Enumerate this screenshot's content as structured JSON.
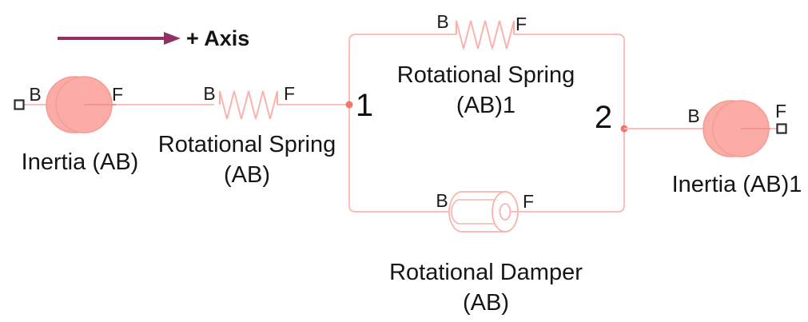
{
  "colors": {
    "connection_line": "#f9beb9",
    "icon_stroke": "#fab2ac",
    "node_dot": "#f4776c",
    "inertia_fill": "#fbaca6",
    "inertia_stroke": "#f59c94",
    "shaft_line": "#f3948d",
    "port_square_stroke": "#2b2b2b",
    "axis_arrow": "#933167",
    "text": "#161616"
  },
  "axis_annotation": {
    "label": "+ Axis"
  },
  "nodes": {
    "node1": {
      "label": "1"
    },
    "node2": {
      "label": "2"
    }
  },
  "blocks": {
    "inertia_ab": {
      "label": "Inertia (AB)",
      "port_b": "B",
      "port_f": "F"
    },
    "rotational_spring_ab": {
      "label_line1": "Rotational Spring",
      "label_line2": "(AB)",
      "port_b": "B",
      "port_f": "F"
    },
    "rotational_spring_ab1": {
      "label_line1": "Rotational Spring",
      "label_line2": "(AB)1",
      "port_b": "B",
      "port_f": "F"
    },
    "rotational_damper_ab": {
      "label_line1": "Rotational Damper",
      "label_line2": "(AB)",
      "port_b": "B",
      "port_f": "F"
    },
    "inertia_ab1": {
      "label": "Inertia (AB)1",
      "port_b": "B",
      "port_f": "F"
    }
  }
}
